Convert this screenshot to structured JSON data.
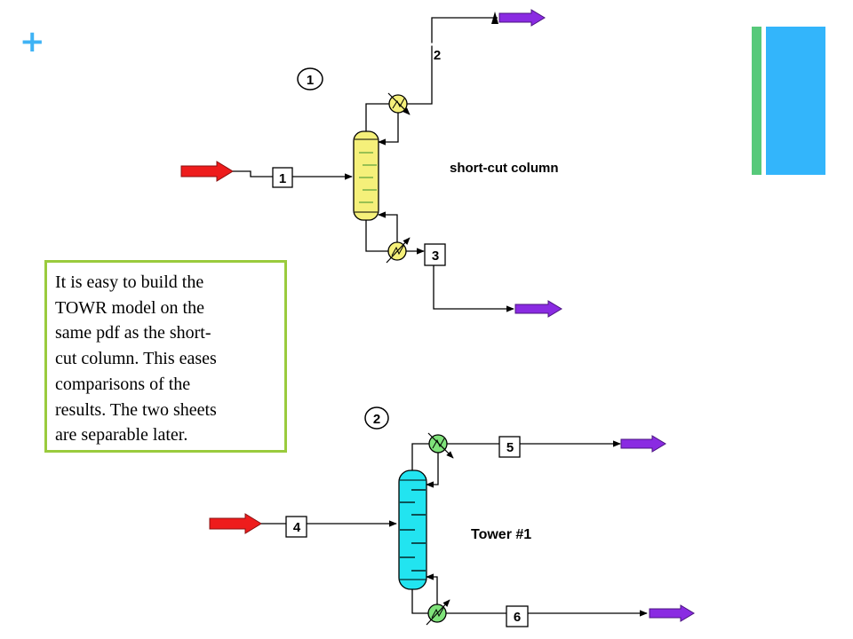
{
  "slide": {
    "bullet_glyph": "+",
    "accent_colors": {
      "green": "#57c97a",
      "blue": "#33b5fb",
      "plus": "#3fb3f5"
    }
  },
  "diagram": {
    "markers": {
      "top": "1",
      "bottom": "2"
    },
    "streams": [
      "1",
      "2",
      "3",
      "4",
      "5",
      "6"
    ],
    "unit_labels": {
      "shortcut": "short-cut column",
      "tower": "Tower #1"
    },
    "colors": {
      "feed_arrow": "#ee1c1c",
      "product_arrow": "#8a2be2",
      "shortcut_column": "#f5f07a",
      "tower_column": "#22e4f0",
      "shortcut_exchangers": "#f5f07a",
      "tower_exchangers": "#7fe27a"
    }
  },
  "note": {
    "lines": [
      "It is easy to build the",
      "TOWR model on the",
      "same pdf as the short-",
      "cut column. This eases",
      "comparisons of the",
      "results. The two sheets",
      "are separable later."
    ]
  }
}
